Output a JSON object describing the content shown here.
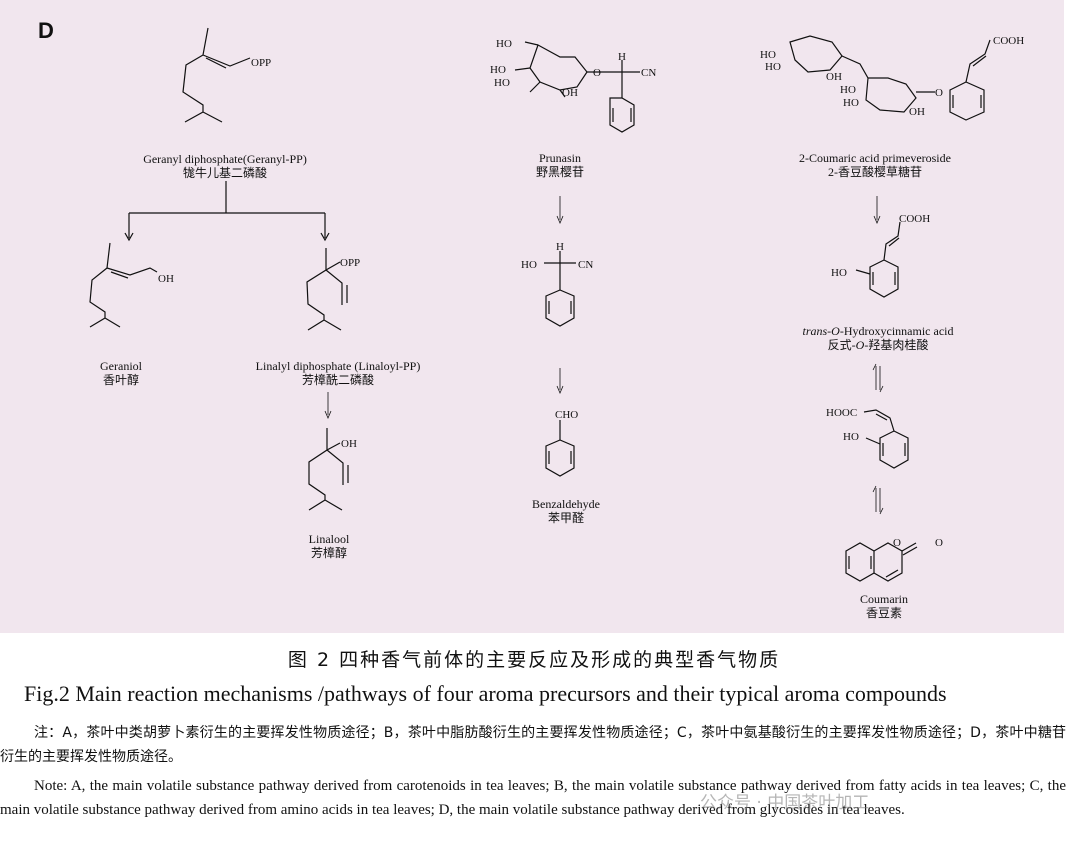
{
  "panel_letter": "D",
  "compounds": {
    "geranyl_pp": {
      "en": "Geranyl diphosphate(Geranyl-PP)",
      "cn": "牻牛儿基二磷酸"
    },
    "geraniol": {
      "en": "Geraniol",
      "cn": "香叶醇"
    },
    "linalyl_pp": {
      "en": "Linalyl diphosphate (Linaloyl-PP)",
      "cn": "芳樟酰二磷酸"
    },
    "linalool": {
      "en": "Linalool",
      "cn": "芳樟醇"
    },
    "prunasin": {
      "en": "Prunasin",
      "cn": "野黑樱苷"
    },
    "benzaldehyde": {
      "en": "Benzaldehyde",
      "cn": "苯甲醛"
    },
    "coumaric_primeveroside": {
      "en": "2-Coumaric acid primeveroside",
      "cn": "2-香豆酸樱草糖苷"
    },
    "hydroxycinnamic": {
      "en_italic": "trans-O-",
      "en_rest": "Hydroxycinnamic acid",
      "cn_a": "反式-",
      "cn_i": "O",
      "cn_b": "-羟基肉桂酸"
    },
    "coumarin": {
      "en": "Coumarin",
      "cn": "香豆素"
    }
  },
  "atom_labels": {
    "opp": "OPP",
    "oh": "OH",
    "ho": "HO",
    "cn": "CN",
    "h": "H",
    "o": "O",
    "cho": "CHO",
    "cooh": "COOH",
    "hooc": "HOOC"
  },
  "caption_cn": "图 2 四种香气前体的主要反应及形成的典型香气物质",
  "caption_en": "Fig.2 Main reaction mechanisms /pathways of four aroma precursors and their typical aroma compounds",
  "note_cn": "注：A，茶叶中类胡萝卜素衍生的主要挥发性物质途径；B，茶叶中脂肪酸衍生的主要挥发性物质途径；C，茶叶中氨基酸衍生的主要挥发性物质途径；D，茶叶中糖苷衍生的主要挥发性物质途径。",
  "note_en": "Note: A, the main volatile substance pathway derived from carotenoids in tea leaves; B, the main volatile substance pathway derived from fatty acids in tea leaves; C, the main volatile substance pathway derived from amino acids in tea leaves; D, the main volatile substance pathway derived from glycosides in tea leaves.",
  "watermark": "公众号 · 中国茶叶加工",
  "colors": {
    "panel_bg": "#f1e6ee",
    "ink": "#111111"
  }
}
